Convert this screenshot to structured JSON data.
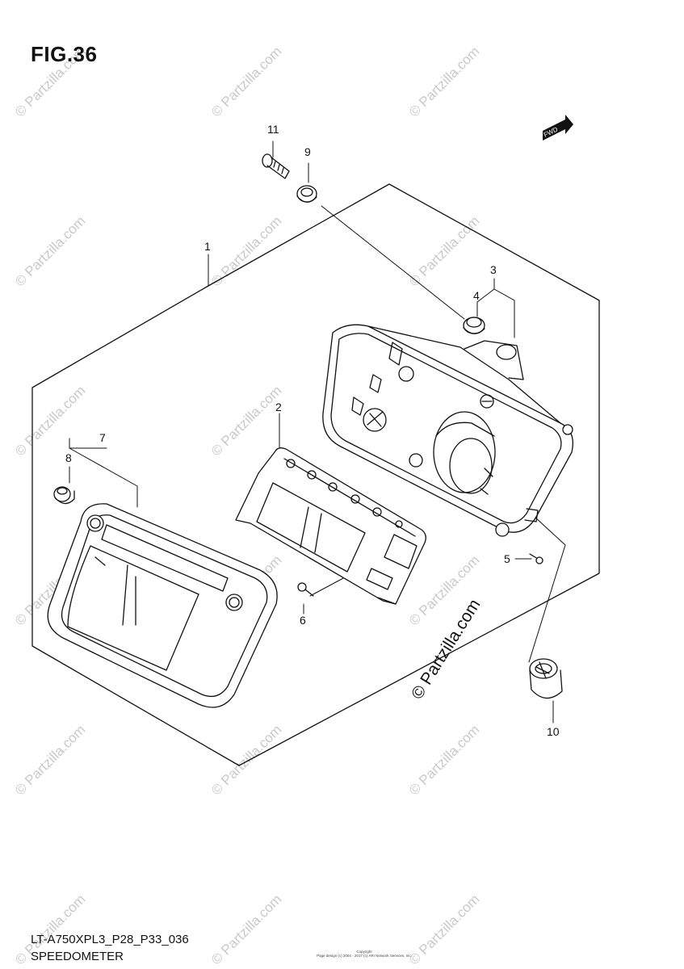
{
  "title": "FIG.36",
  "diagram_code": "LT-A750XPL3_P28_P33_036",
  "section": "SPEEDOMETER",
  "watermark_text": "© Partzilla.com",
  "direction_badge": "FWD",
  "copyright_lines": [
    "Copyright",
    "Page design (c) 2004 - 2017 (c) ARI Network Services, Inc."
  ],
  "callouts": [
    {
      "number": "1",
      "part": "speedometer-assembly"
    },
    {
      "number": "2",
      "part": "circuit-board"
    },
    {
      "number": "3",
      "part": "lower-case"
    },
    {
      "number": "4",
      "part": "case-grommet"
    },
    {
      "number": "5",
      "part": "case-screw"
    },
    {
      "number": "6",
      "part": "board-screw"
    },
    {
      "number": "7",
      "part": "upper-cover"
    },
    {
      "number": "8",
      "part": "cover-grommet"
    },
    {
      "number": "9",
      "part": "mounting-grommet"
    },
    {
      "number": "10",
      "part": "bulb-socket"
    },
    {
      "number": "11",
      "part": "mounting-bolt"
    }
  ]
}
